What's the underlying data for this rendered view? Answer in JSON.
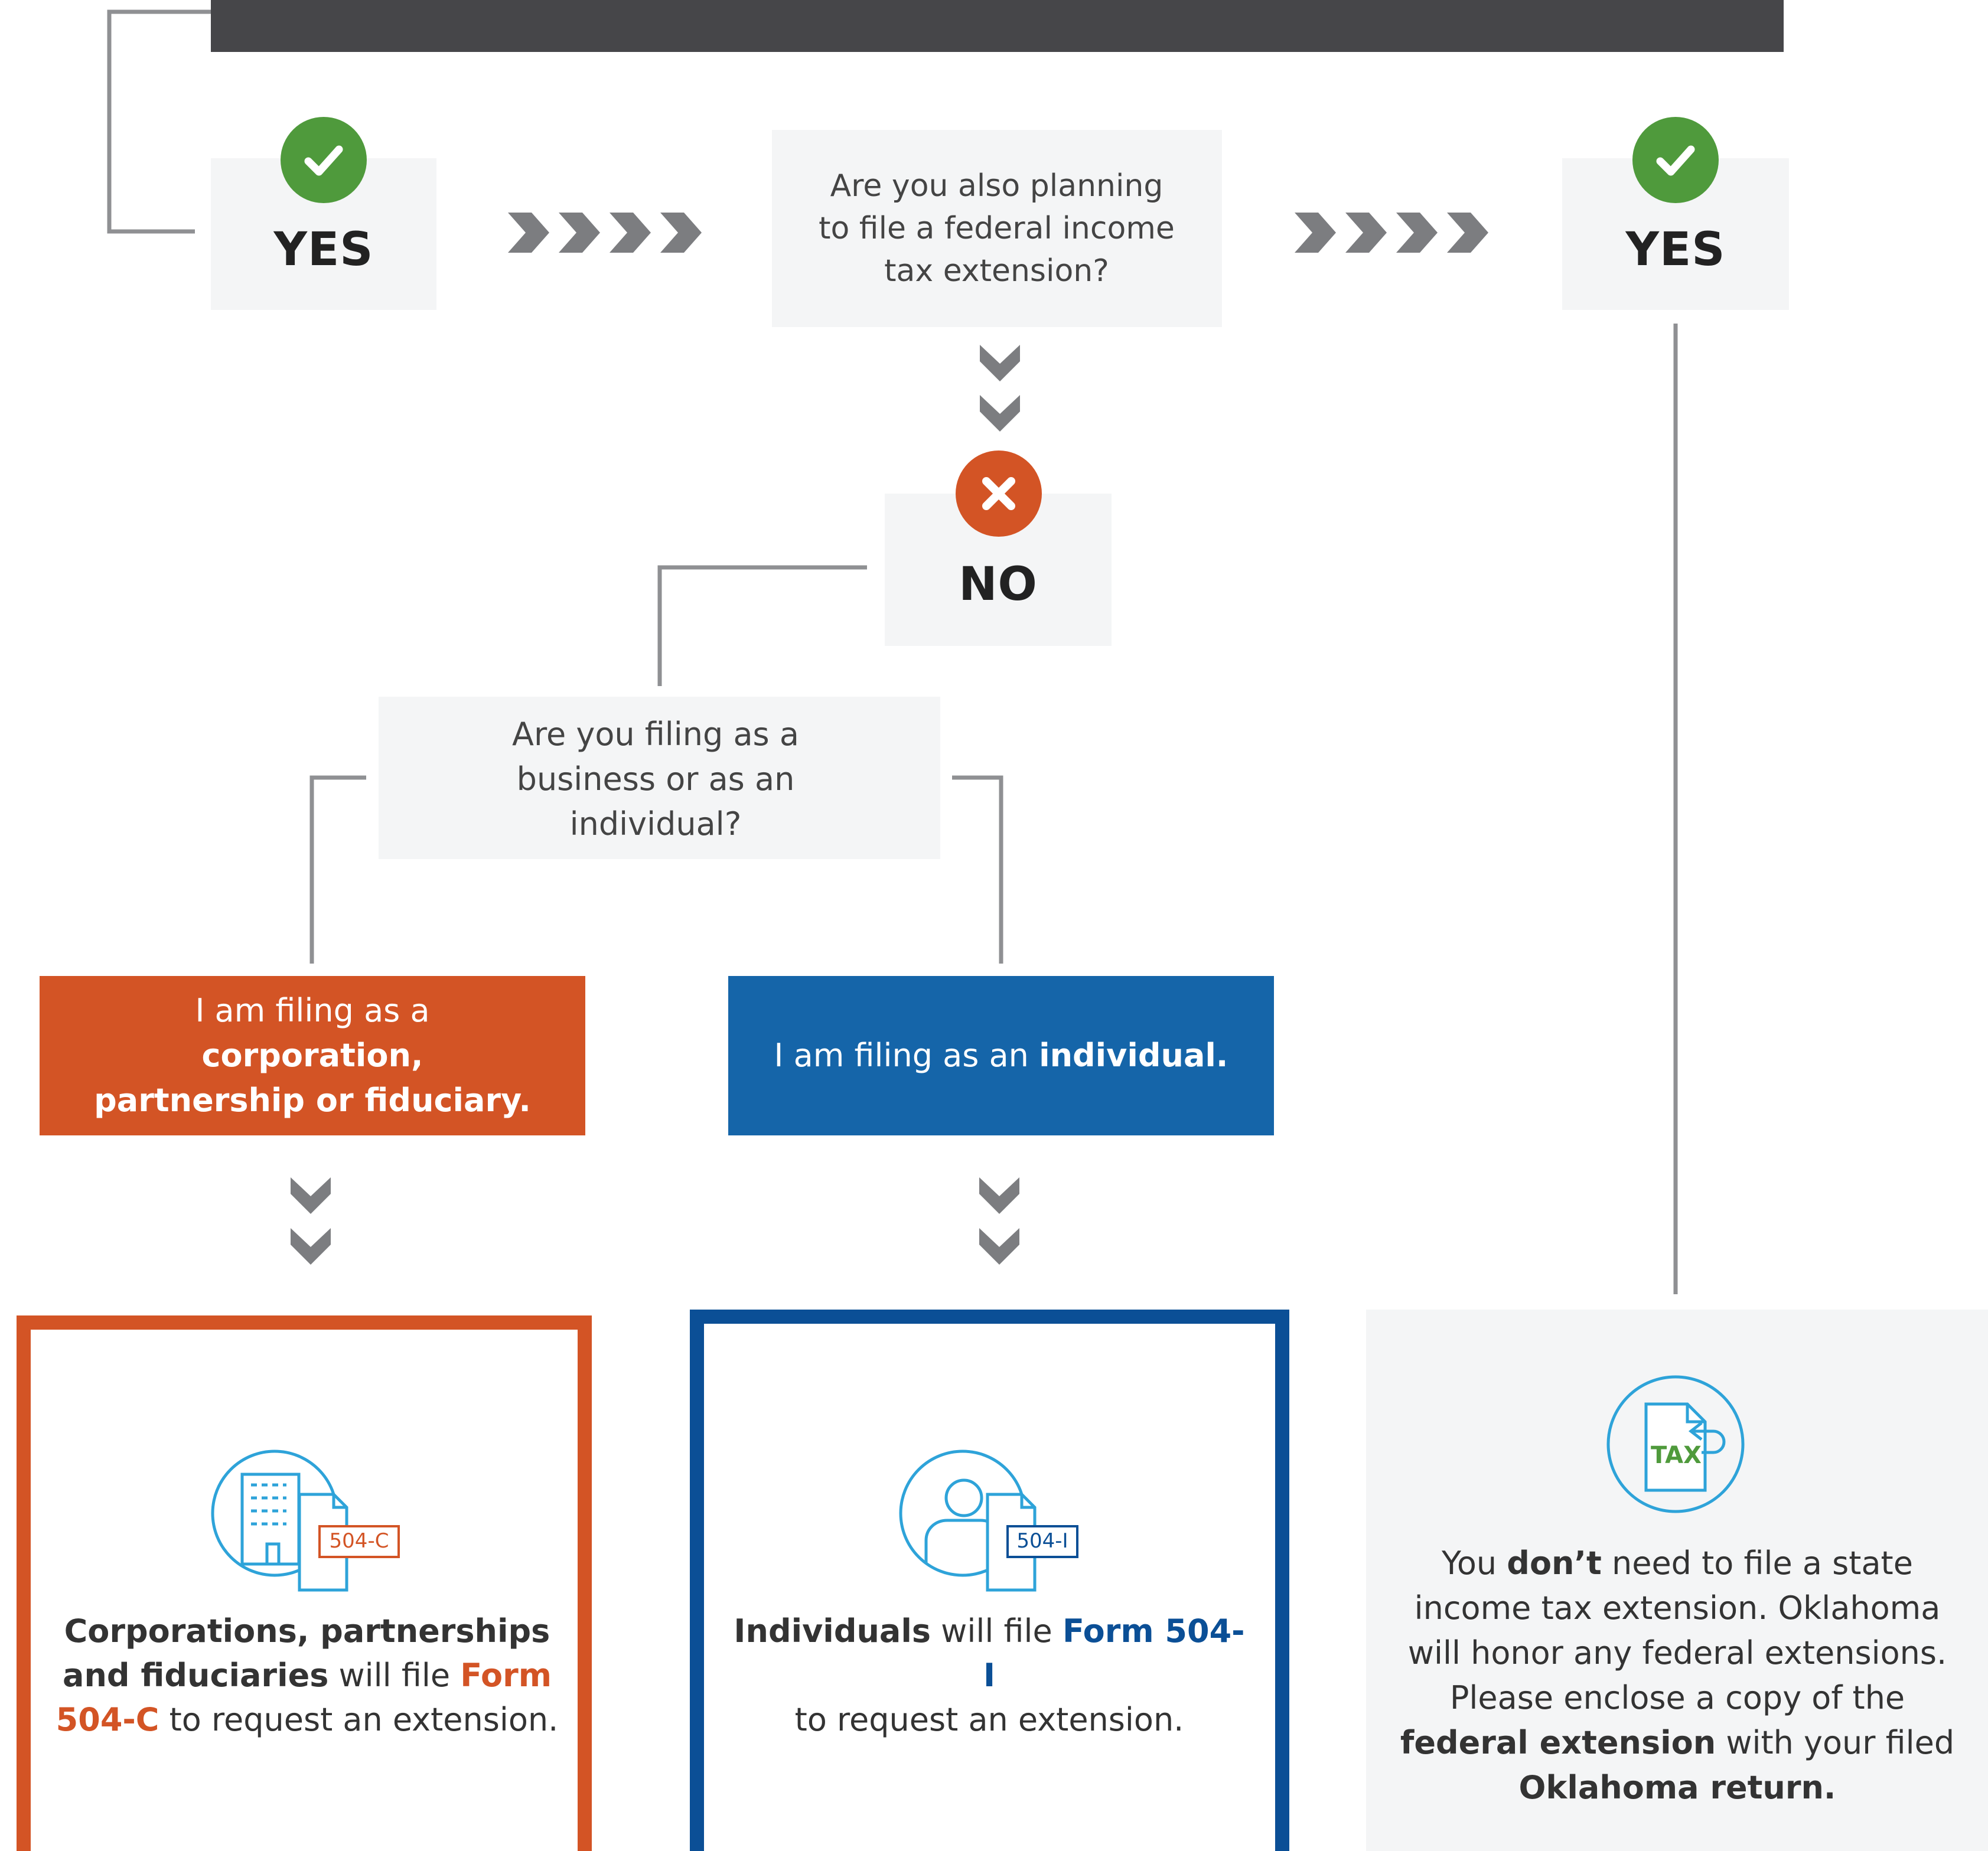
{
  "colors": {
    "dark_bar": "#464649",
    "panel_grey": "#f4f5f6",
    "connector": "#8f9093",
    "chevron": "#7c7d80",
    "green": "#4f9a3c",
    "orange": "#d35425",
    "blue": "#1565a9",
    "navy": "#0b4f96",
    "icon_line": "#2ea3d9"
  },
  "top_left_answer": {
    "label": "YES",
    "badge_icon": "check-icon"
  },
  "federal_question": {
    "text": "Are you also planning to file a federal income tax extension?"
  },
  "top_right_answer": {
    "label": "YES",
    "badge_icon": "check-icon"
  },
  "no_answer": {
    "label": "NO",
    "badge_icon": "x-icon"
  },
  "business_question": {
    "text": "Are you filing as a business or as an individual?"
  },
  "corporation_choice": {
    "prefix": "I am filing as a ",
    "bold": "corporation, partnership or fiduciary."
  },
  "individual_choice": {
    "prefix": "I am filing as an ",
    "bold": "individual."
  },
  "result_corporations": {
    "icon_form_label": "504-C",
    "bold_subject": "Corporations, partnerships and fiduciaries",
    "middle": " will file ",
    "form": "Form 504-C",
    "suffix": " to request an extension."
  },
  "result_individuals": {
    "icon_form_label": "504-I",
    "bold_subject": "Individuals",
    "middle": " will file ",
    "form": "Form 504-I",
    "suffix": " to request an extension."
  },
  "result_federal": {
    "icon_label": "TAX",
    "t1": "You ",
    "b1": "don’t",
    "t2": " need to file a state income tax extension. Oklahoma will honor any federal extensions. Please enclose a copy of the ",
    "b2": "federal extension",
    "t3": " with your filed ",
    "b3": "Oklahoma return."
  }
}
